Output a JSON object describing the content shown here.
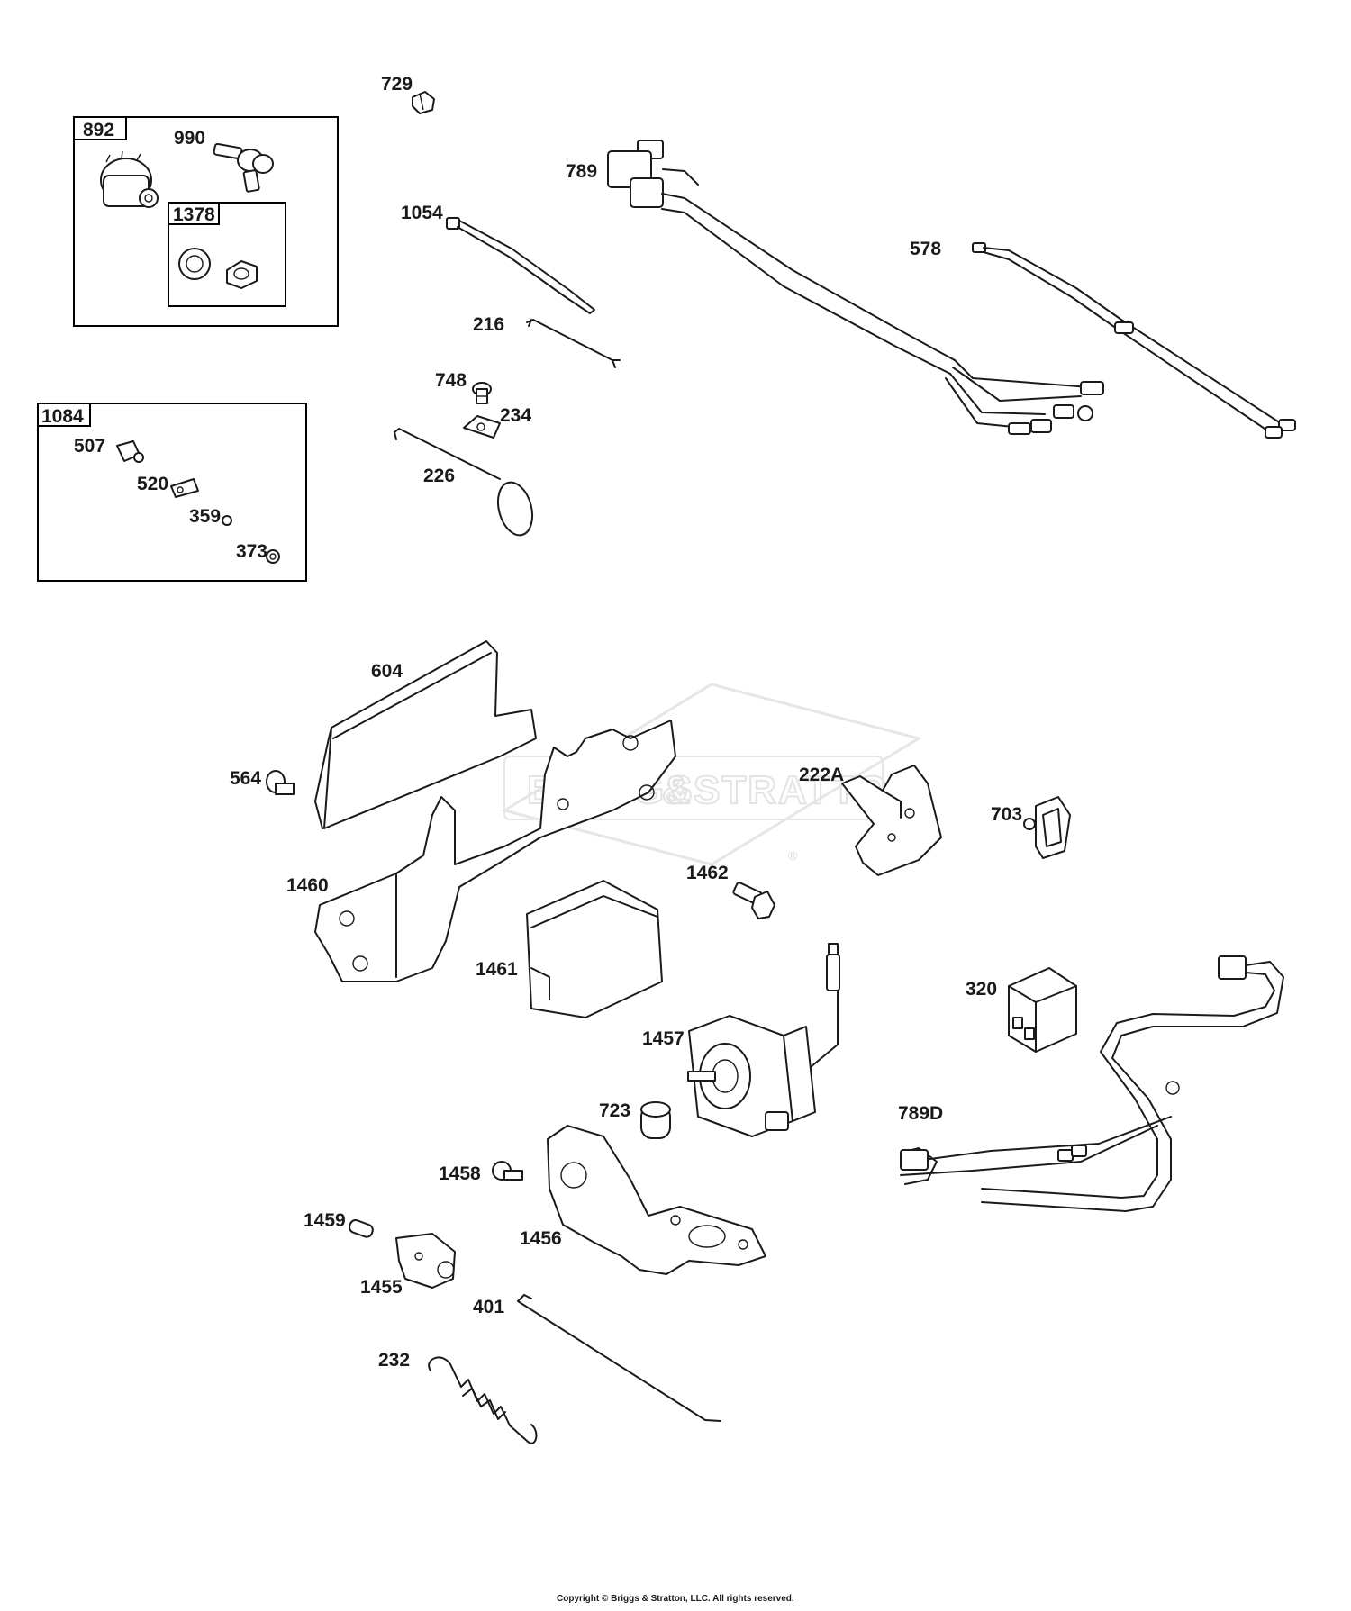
{
  "watermark": {
    "brand_left": "BRIGGS",
    "brand_amp": "&",
    "brand_right": "STRATTON",
    "registered": "®"
  },
  "callouts": {
    "p729": "729",
    "p892": "892",
    "p990": "990",
    "p1378": "1378",
    "p789": "789",
    "p1054": "1054",
    "p578": "578",
    "p216": "216",
    "p748": "748",
    "p234": "234",
    "p226": "226",
    "p1084": "1084",
    "p507": "507",
    "p520": "520",
    "p359": "359",
    "p373": "373",
    "p604": "604",
    "p564": "564",
    "p222A": "222A",
    "p703": "703",
    "p1460": "1460",
    "p1462": "1462",
    "p1461": "1461",
    "p320": "320",
    "p1457": "1457",
    "p723": "723",
    "p789D": "789D",
    "p1458": "1458",
    "p1459": "1459",
    "p1456": "1456",
    "p1455": "1455",
    "p401": "401",
    "p232": "232"
  },
  "footer": {
    "copyright": "Copyright © Briggs & Stratton, LLC. All rights reserved."
  }
}
